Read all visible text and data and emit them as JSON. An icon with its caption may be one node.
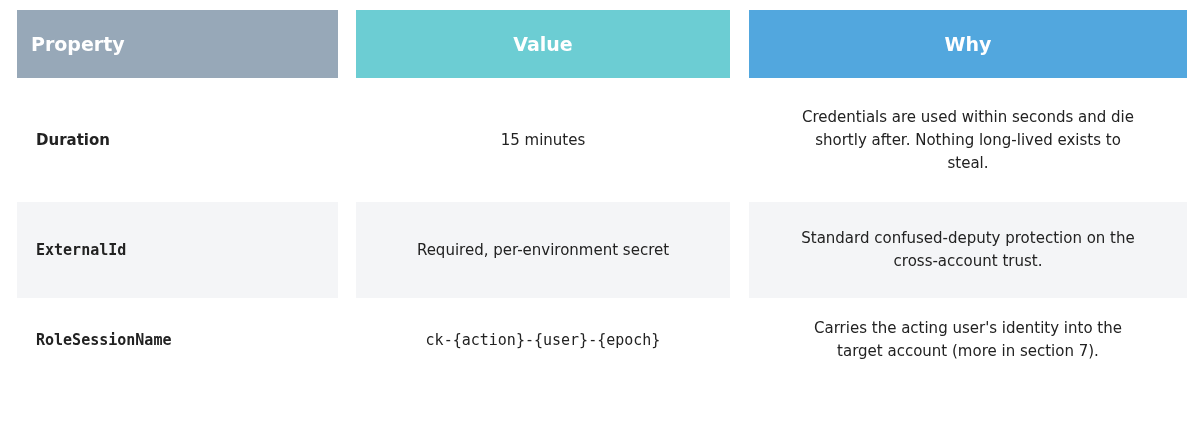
{
  "diagram": {
    "labels": [
      "Property",
      "Value",
      "Why",
      "Duration",
      "15 minutes",
      "Credentials are used within seconds and die shortly after. Nothing long-lived exists to steal.",
      "ExternalId",
      "Required, per-environment secret",
      "Standard confused-deputy protection on the cross-account trust.",
      "RoleSessionName",
      "ck-{action}-{user}-{epoch}",
      "Carries the acting user's identity into the target account (more in section 7)."
    ]
  }
}
